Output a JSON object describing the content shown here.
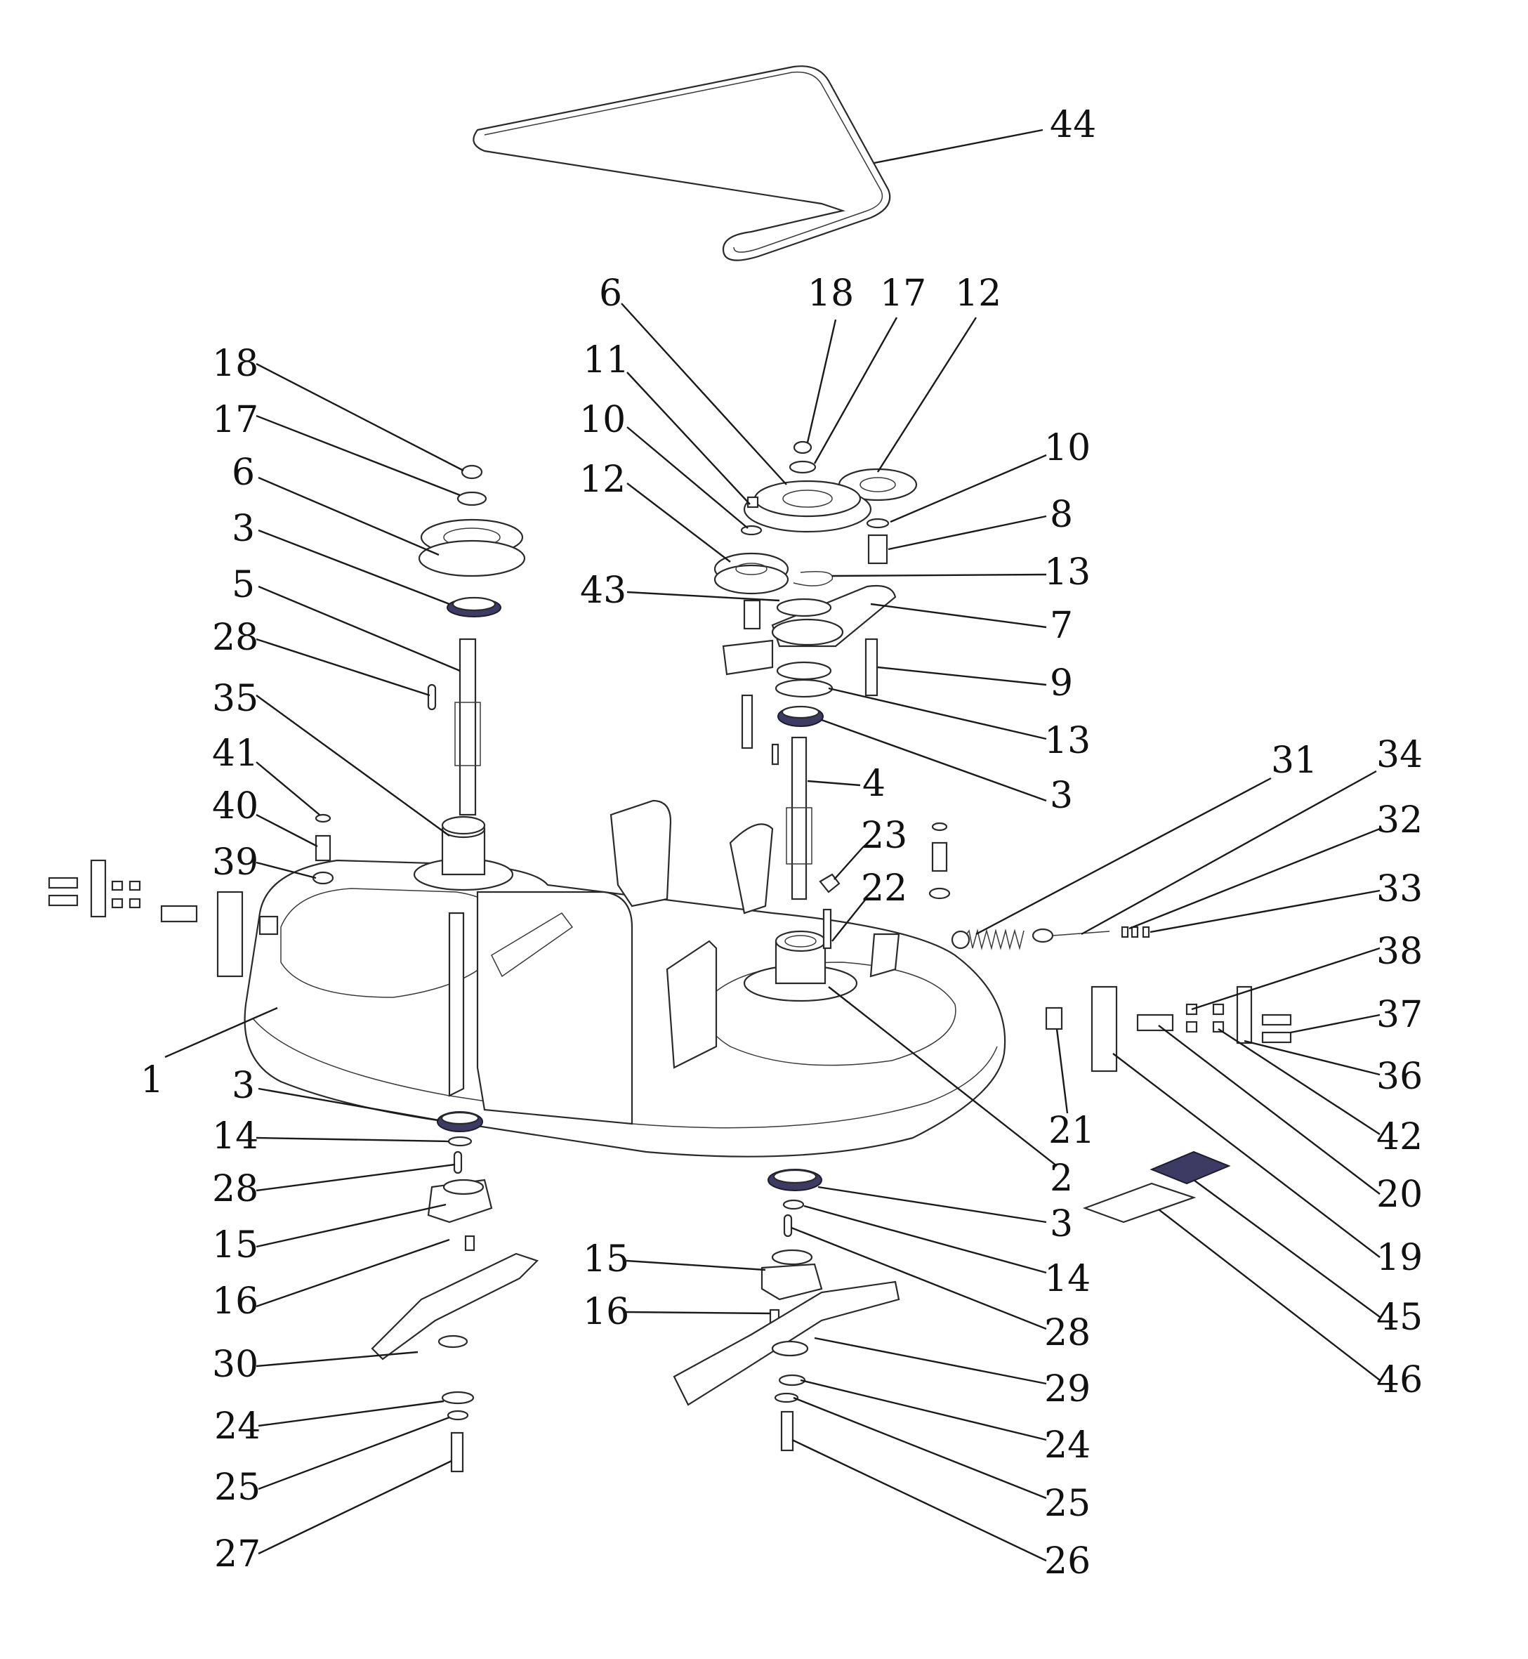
{
  "callouts": [
    {
      "id": "c44a",
      "label": "44"
    },
    {
      "id": "c6a",
      "label": "6"
    },
    {
      "id": "c18a",
      "label": "18"
    },
    {
      "id": "c17a",
      "label": "17"
    },
    {
      "id": "c12a",
      "label": "12"
    },
    {
      "id": "c18b",
      "label": "18"
    },
    {
      "id": "c17b",
      "label": "17"
    },
    {
      "id": "c6b",
      "label": "6"
    },
    {
      "id": "c3a",
      "label": "3"
    },
    {
      "id": "c5",
      "label": "5"
    },
    {
      "id": "c28a",
      "label": "28"
    },
    {
      "id": "c35",
      "label": "35"
    },
    {
      "id": "c41",
      "label": "41"
    },
    {
      "id": "c40",
      "label": "40"
    },
    {
      "id": "c39",
      "label": "39"
    },
    {
      "id": "c11",
      "label": "11"
    },
    {
      "id": "c10a",
      "label": "10"
    },
    {
      "id": "c12b",
      "label": "12"
    },
    {
      "id": "c43",
      "label": "43"
    },
    {
      "id": "c10b",
      "label": "10"
    },
    {
      "id": "c8",
      "label": "8"
    },
    {
      "id": "c13a",
      "label": "13"
    },
    {
      "id": "c7",
      "label": "7"
    },
    {
      "id": "c9",
      "label": "9"
    },
    {
      "id": "c13b",
      "label": "13"
    },
    {
      "id": "c3b",
      "label": "3"
    },
    {
      "id": "c4",
      "label": "4"
    },
    {
      "id": "c23",
      "label": "23"
    },
    {
      "id": "c22",
      "label": "22"
    },
    {
      "id": "c31",
      "label": "31"
    },
    {
      "id": "c34",
      "label": "34"
    },
    {
      "id": "c32",
      "label": "32"
    },
    {
      "id": "c33",
      "label": "33"
    },
    {
      "id": "c38",
      "label": "38"
    },
    {
      "id": "c37",
      "label": "37"
    },
    {
      "id": "c36",
      "label": "36"
    },
    {
      "id": "c42",
      "label": "42"
    },
    {
      "id": "c20",
      "label": "20"
    },
    {
      "id": "c19",
      "label": "19"
    },
    {
      "id": "c45",
      "label": "45"
    },
    {
      "id": "c46",
      "label": "46"
    },
    {
      "id": "c21",
      "label": "21"
    },
    {
      "id": "c2",
      "label": "2"
    },
    {
      "id": "c1",
      "label": "1"
    },
    {
      "id": "c3c",
      "label": "3"
    },
    {
      "id": "c14a",
      "label": "14"
    },
    {
      "id": "c28b",
      "label": "28"
    },
    {
      "id": "c15a",
      "label": "15"
    },
    {
      "id": "c16a",
      "label": "16"
    },
    {
      "id": "c30",
      "label": "30"
    },
    {
      "id": "c24a",
      "label": "24"
    },
    {
      "id": "c25a",
      "label": "25"
    },
    {
      "id": "c27",
      "label": "27"
    },
    {
      "id": "c3d",
      "label": "3"
    },
    {
      "id": "c14b",
      "label": "14"
    },
    {
      "id": "c28c",
      "label": "28"
    },
    {
      "id": "c15b",
      "label": "15"
    },
    {
      "id": "c16b",
      "label": "16"
    },
    {
      "id": "c29",
      "label": "29"
    },
    {
      "id": "c24b",
      "label": "24"
    },
    {
      "id": "c25b",
      "label": "25"
    },
    {
      "id": "c26",
      "label": "26"
    }
  ]
}
